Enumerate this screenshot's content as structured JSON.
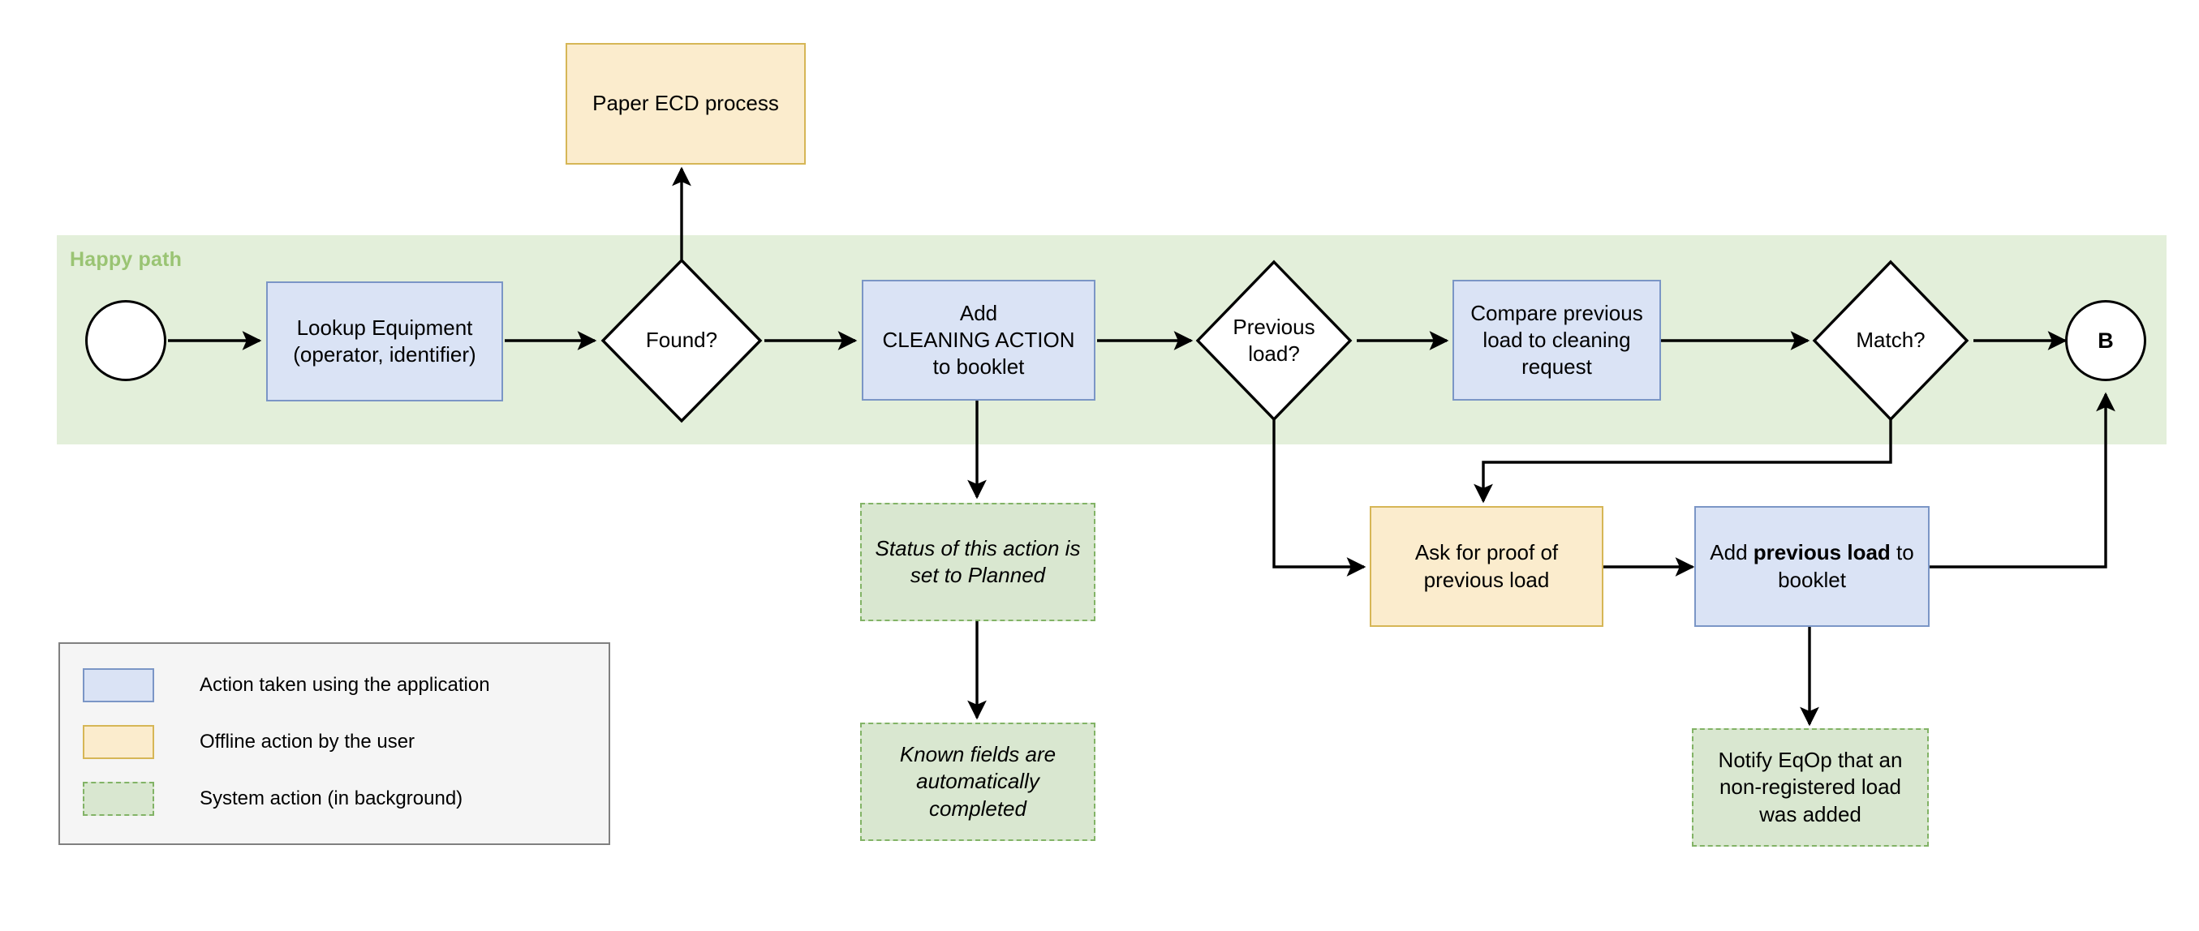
{
  "diagram": {
    "band": {
      "label": "Happy path",
      "color": "#e3efda",
      "label_color": "#9ac473"
    },
    "palette": {
      "blue_fill": "#dae3f5",
      "blue_stroke": "#7b96c6",
      "yellow_fill": "#fbeccd",
      "yellow_stroke": "#d6b656",
      "green_fill": "#d9e7d0",
      "green_stroke": "#82b366",
      "edge": "#000000"
    },
    "nodes": {
      "start": {
        "label": ""
      },
      "lookup_equipment": {
        "label": "Lookup Equipment\n(operator, identifier)"
      },
      "found": {
        "label": "Found?"
      },
      "paper_ecd": {
        "label": "Paper ECD process"
      },
      "add_cleaning_action": {
        "label": "Add\nCLEANING ACTION\nto booklet"
      },
      "previous_load": {
        "label": "Previous\nload?"
      },
      "compare_previous_load": {
        "label": "Compare previous\nload to cleaning\nrequest"
      },
      "match": {
        "label": "Match?"
      },
      "connector_b": {
        "label": "B"
      },
      "status_planned": {
        "label": "Status of this action is\nset to Planned"
      },
      "known_fields": {
        "label": "Known fields are\nautomatically\ncompleted"
      },
      "ask_proof": {
        "label": "Ask for proof of\nprevious load"
      },
      "add_previous_load": {
        "prefix": "Add ",
        "strong": "previous load",
        "suffix": " to booklet"
      },
      "notify_eqop": {
        "label": "Notify EqOp that an\nnon-registered load\nwas added"
      }
    },
    "legend": {
      "items": [
        {
          "style": "blue",
          "label": "Action taken using the application"
        },
        {
          "style": "yellow",
          "label": "Offline action by the user"
        },
        {
          "style": "green",
          "label": "System action (in background)"
        }
      ]
    }
  }
}
